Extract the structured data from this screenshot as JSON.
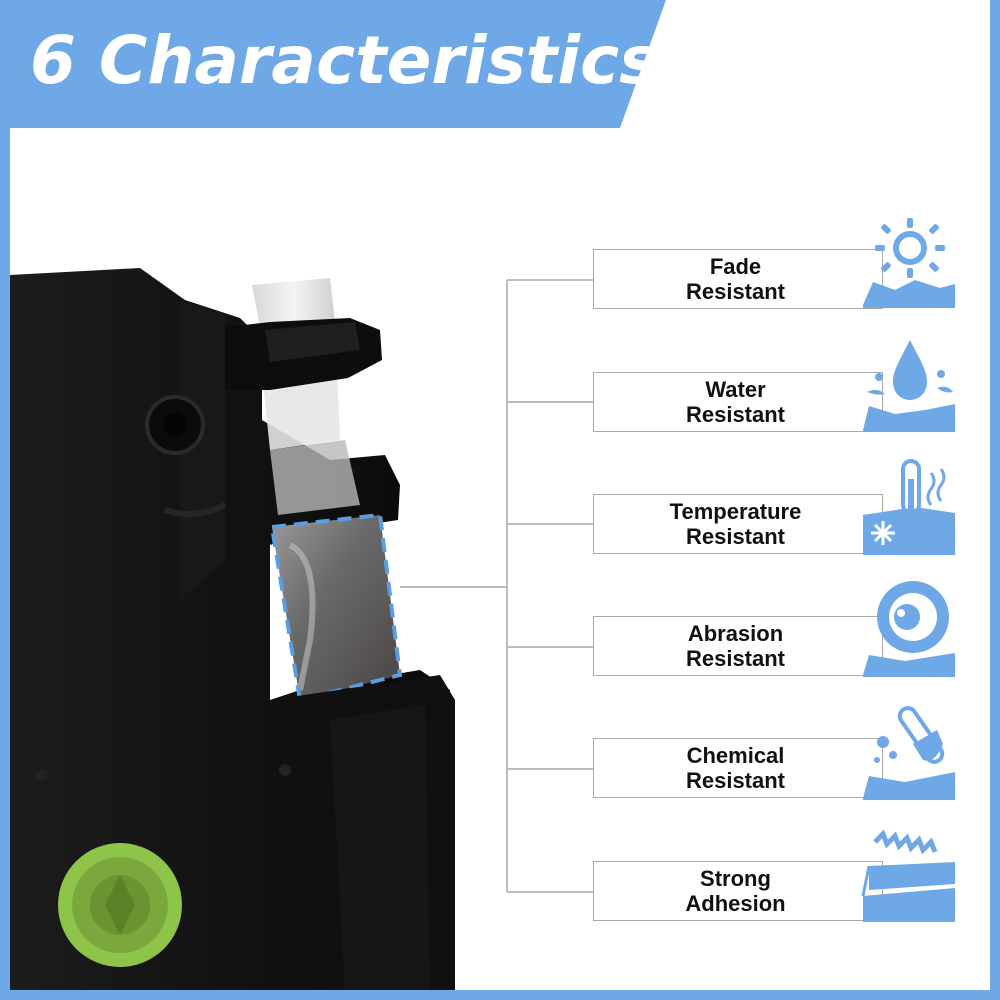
{
  "header": {
    "title": "6 Characteristics"
  },
  "colors": {
    "accent": "#6fa8e6",
    "cartridge": "#141414",
    "spool": "#8fc44a",
    "line": "#a9a9a9"
  },
  "features": [
    {
      "label": "Fade\nResistant",
      "icon": "sun-icon"
    },
    {
      "label": "Water\nResistant",
      "icon": "water-drop-icon"
    },
    {
      "label": "Temperature\nResistant",
      "icon": "thermometer-snowflake-icon"
    },
    {
      "label": "Abrasion\nResistant",
      "icon": "wheel-icon"
    },
    {
      "label": "Chemical\nResistant",
      "icon": "test-tube-icon"
    },
    {
      "label": "Strong\nAdhesion",
      "icon": "adhesive-tape-icon"
    }
  ]
}
